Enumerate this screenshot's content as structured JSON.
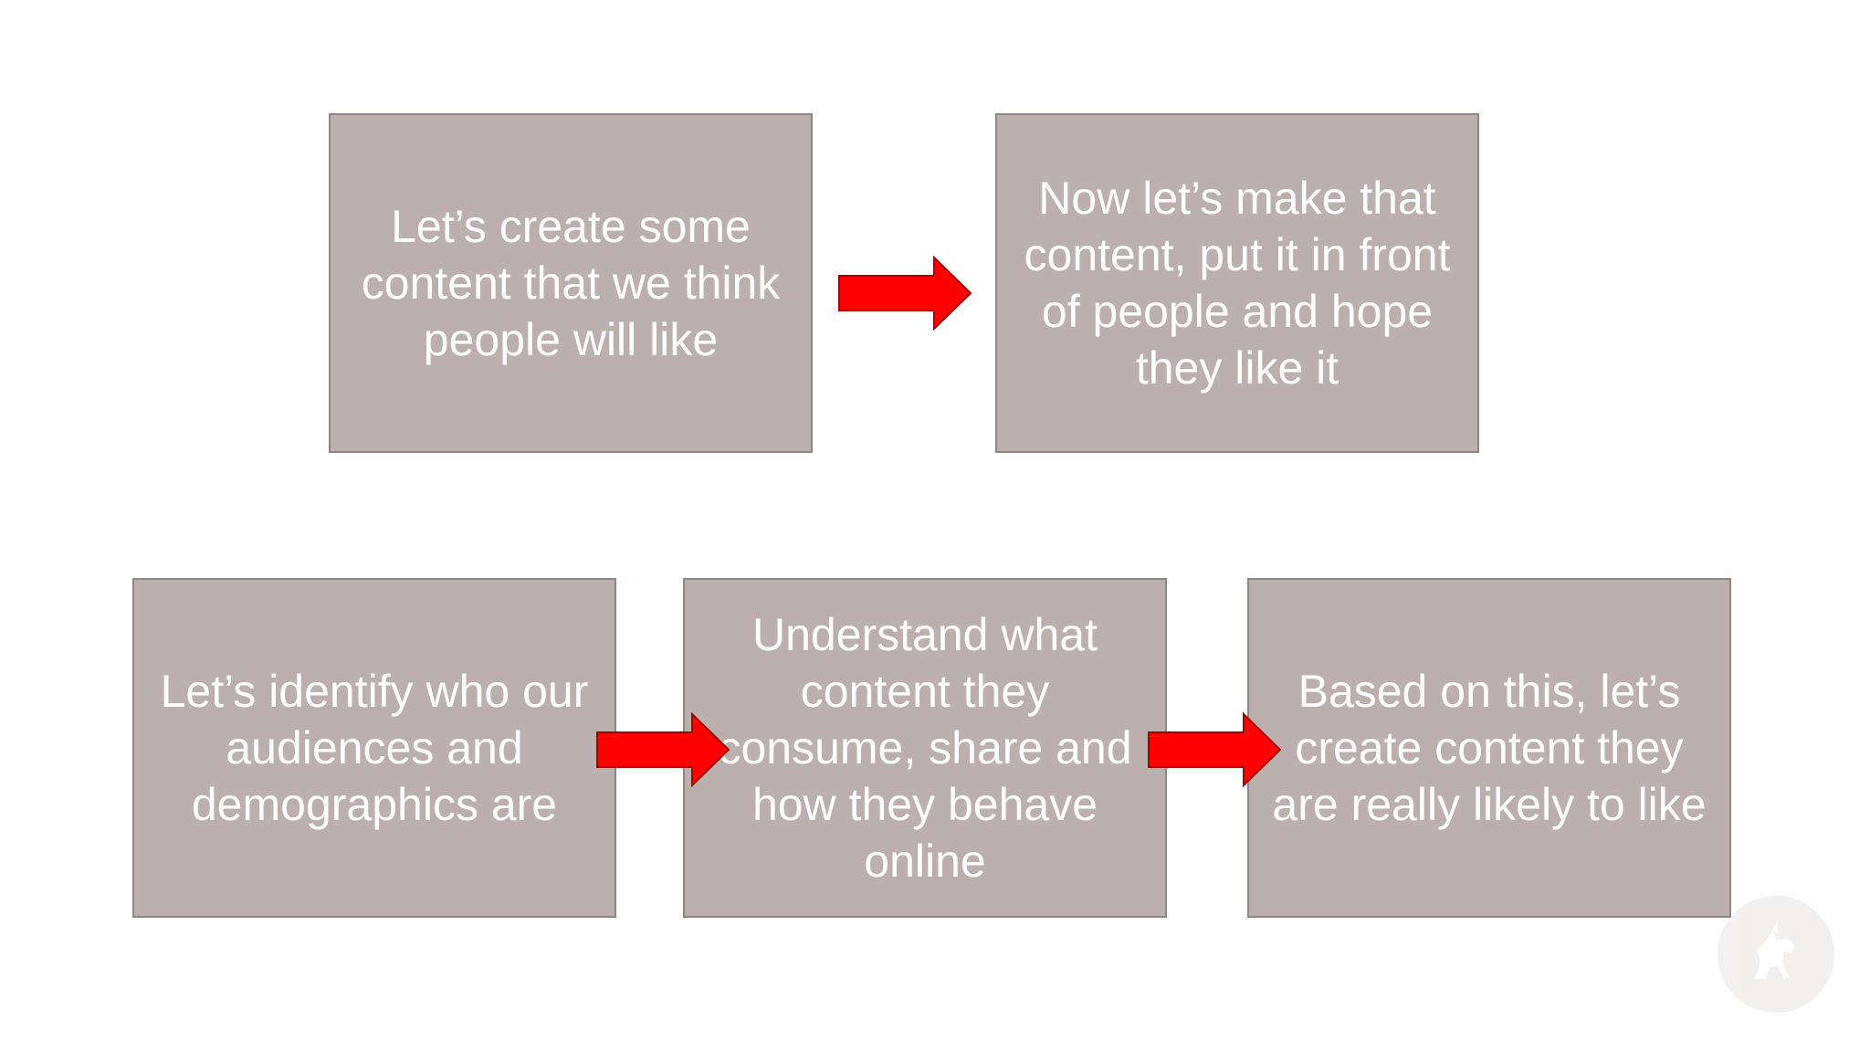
{
  "colors": {
    "box_fill": "#bcb0ae",
    "box_border": "#8f8583",
    "box_text": "#ffffff",
    "arrow": "#ff0000",
    "background": "#fefefe"
  },
  "diagram": {
    "top_row": {
      "step_1": {
        "lines": [
          "Let’s create some",
          "content that we think",
          "people will like"
        ]
      },
      "step_2": {
        "lines": [
          "Now let’s make that",
          "content, put it in front",
          "of people and hope",
          "they like it"
        ]
      }
    },
    "bottom_row": {
      "step_1": {
        "lines": [
          "Let’s identify who our",
          "audiences and",
          "demographics are"
        ]
      },
      "step_2": {
        "lines": [
          "Understand what",
          "content they",
          "consume, share and",
          "how they behave",
          "online"
        ]
      },
      "step_3": {
        "lines": [
          "Based on this, let’s",
          "create content they",
          "are really likely to like"
        ]
      }
    }
  },
  "icons": {
    "arrow": "right-arrow-icon",
    "logo": "unicorn-logo-icon"
  }
}
